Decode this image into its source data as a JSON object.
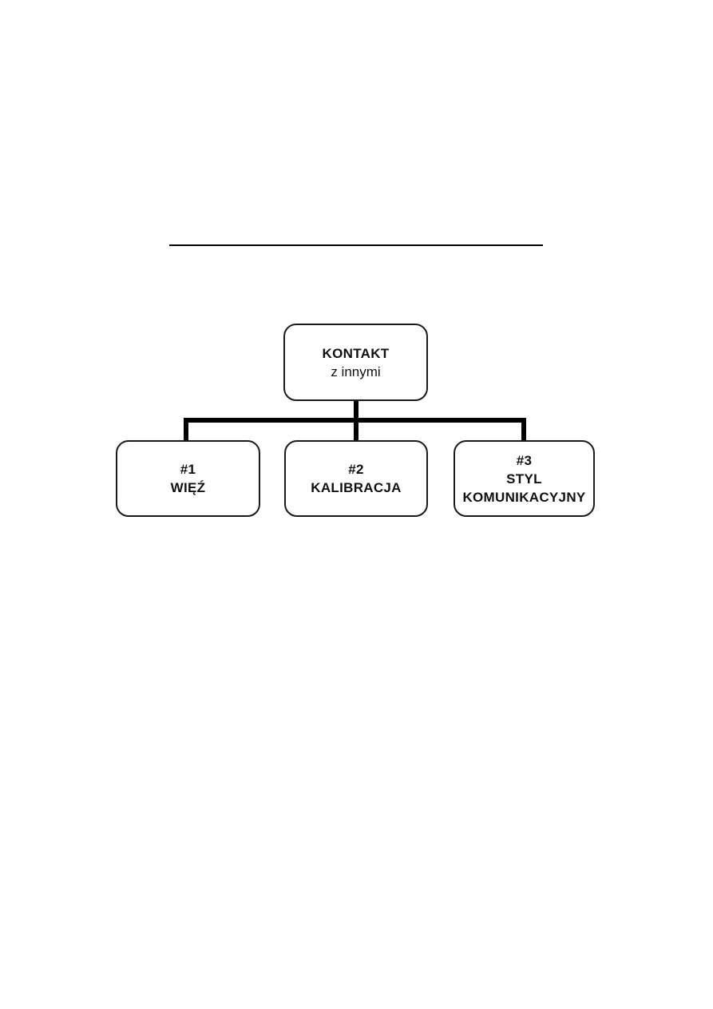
{
  "colors": {
    "background": "#ffffff",
    "line": "#000000",
    "box_border": "#1a1a1a",
    "text": "#111111"
  },
  "divider": {
    "present": true
  },
  "diagram": {
    "root": {
      "title": "KONTAKT",
      "subtitle": "z innymi"
    },
    "children": [
      {
        "lines": [
          "#1",
          "WIĘŹ"
        ]
      },
      {
        "lines": [
          "#2",
          "KALIBRACJA"
        ]
      },
      {
        "lines": [
          "#3",
          "STYL",
          "KOMUNIKACYJNY"
        ]
      }
    ]
  }
}
